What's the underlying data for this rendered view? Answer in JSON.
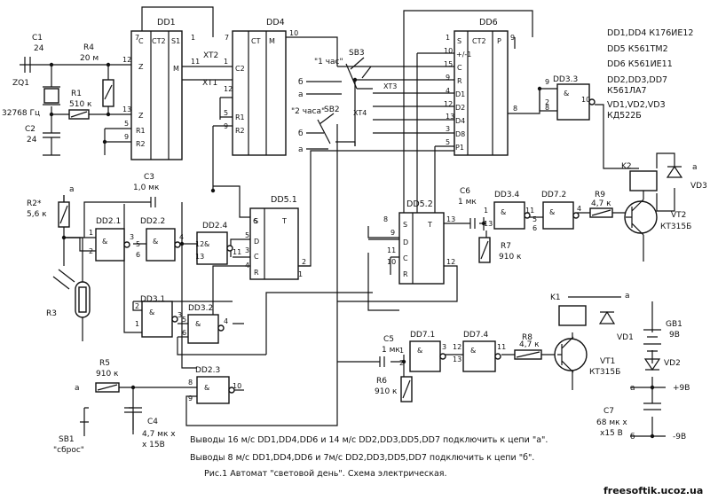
{
  "chips": {
    "dd1": {
      "name": "DD1",
      "ct": "CT2",
      "s1": "S1",
      "m": "M",
      "c": "C",
      "z": "Z",
      "zbar": "Z",
      "r1": "R1",
      "r2": "R2"
    },
    "dd4": {
      "name": "DD4",
      "ct": "CT",
      "m": "M",
      "c2": "C2",
      "r1": "R1",
      "r2": "R2"
    },
    "dd6": {
      "name": "DD6",
      "s": "S",
      "ct2": "CT2",
      "p": "P",
      "c": "C",
      "r": "R",
      "d1": "D1",
      "d2": "D2",
      "d4": "D4",
      "d8": "D8",
      "p1": "P1",
      "pm": "+/-1"
    },
    "dd5_1": {
      "name": "DD5.1",
      "s": "S",
      "t": "T",
      "d": "D",
      "c": "C",
      "r": "R"
    },
    "dd5_2": {
      "name": "DD5.2",
      "s": "S",
      "t": "T",
      "d": "D",
      "c": "C",
      "r": "R"
    },
    "gates": {
      "dd2_1": "DD2.1",
      "dd2_2": "DD2.2",
      "dd2_3": "DD2.3",
      "dd2_4": "DD2.4",
      "dd3_1": "DD3.1",
      "dd3_2": "DD3.2",
      "dd3_3": "DD3.3",
      "dd3_4": "DD3.4",
      "dd7_1": "DD7.1",
      "dd7_2": "DD7.2",
      "dd7_4": "DD7.4",
      "amp": "&"
    }
  },
  "components": {
    "c1": "C1",
    "c1v": "24",
    "c2": "C2",
    "c2v": "24",
    "r4": "R4",
    "r4v": "20 м",
    "zq1": "ZQ1",
    "zq1v": "32768 Гц",
    "r1": "R1",
    "r1v": "510 к",
    "c3": "C3",
    "c3v": "1,0 мк",
    "r2": "R2*",
    "r2v": "5,6 к",
    "r3": "R3",
    "r5": "R5",
    "r5v": "910 к",
    "c4": "C4",
    "c4v1": "4,7 мк х",
    "c4v2": "х 15В",
    "sb1": "SB1",
    "sb1v": "\"сброс\"",
    "c5": "C5",
    "c5v": "1 мк",
    "r6": "R6",
    "r6v": "910 к",
    "c6": "C6",
    "c6v": "1 мк",
    "r7": "R7",
    "r7v": "910 к",
    "r8": "R8",
    "r8v": "4,7 к",
    "r9": "R9",
    "r9v": "4,7 к",
    "k1": "K1",
    "k2": "K2",
    "vt1": "VT1",
    "vt1v": "КТ315Б",
    "vt2": "VT2",
    "vt2v": "КТ315Б",
    "vd1": "VD1",
    "vd2": "VD2",
    "vd3": "VD3",
    "gb1": "GB1",
    "gb1v": "9В",
    "c7": "C7",
    "c7v1": "68 мк х",
    "c7v2": "х15 В",
    "xt1": "XT1",
    "xt2": "XT2",
    "xt3": "XT3",
    "xt4": "XT4",
    "sb2": "SB2",
    "sb3": "SB3",
    "hour1": "\"1 час\"",
    "hour2": "\"2 часа\"",
    "a": "а",
    "b": "б",
    "plus9": "+9В",
    "minus9": "-9В"
  },
  "notes": {
    "line1": "DD1,DD4 К176ИЕ12",
    "line2": "DD5 К561ТМ2",
    "line3": "DD6 К561ИЕ11",
    "line4": "DD2,DD3,DD7",
    "line5": "К561ЛА7",
    "line6": "VD1,VD2,VD3",
    "line7": "КД522Б"
  },
  "footer": {
    "line1": "Выводы 16 м/с DD1,DD4,DD6 и 14 м/с DD2,DD3,DD5,DD7 подключить к цепи \"а\".",
    "line2": "Выводы 8 м/с DD1,DD4,DD6 и 7м/с DD2,DD3,DD5,DD7 подключить к цепи \"б\".",
    "caption": "Рис.1 Автомат \"световой день\". Схема электрическая.",
    "watermark": "freesoftik.ucoz.ua"
  }
}
